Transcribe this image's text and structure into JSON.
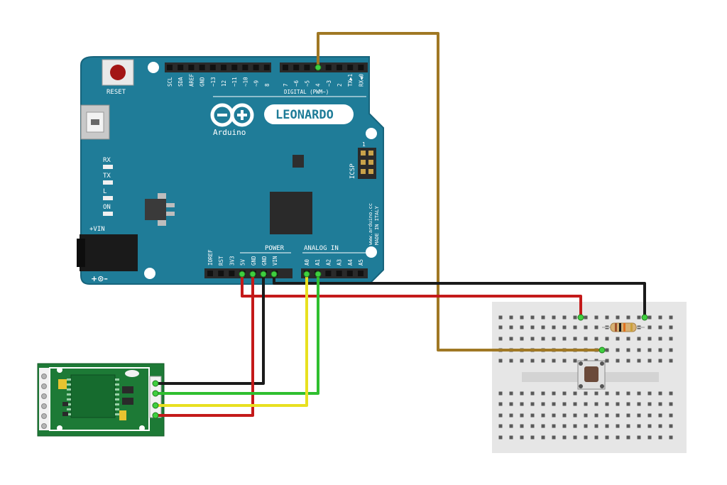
{
  "board": {
    "reset_label": "RESET",
    "brand": "Arduino",
    "model": "LEONARDO",
    "digital_label": "DIGITAL (PWM~)",
    "digital_pins": [
      "SCL",
      "SDA",
      "AREF",
      "GND",
      "~13",
      "12",
      "~11",
      "~10",
      "~9",
      "8",
      "7",
      "~6",
      "~5",
      "4",
      "~3",
      "2",
      "TX▶1",
      "RX◀0"
    ],
    "icsp_label": "ICSP",
    "icsp_pin1": "1",
    "leds": [
      "RX",
      "TX",
      "L",
      "ON"
    ],
    "vin_label": "+VIN",
    "power_label": "POWER",
    "power_pins": [
      "IOREF",
      "RST",
      "3V3",
      "5V",
      "GND",
      "GND",
      "VIN"
    ],
    "analog_label": "ANALOG IN",
    "analog_pins": [
      "A0",
      "A1",
      "A2",
      "A3",
      "A4",
      "A5"
    ],
    "website": "www.arduino.cc",
    "made_in": "MADE IN ITALY",
    "polarity": "+⊙–"
  },
  "colors": {
    "board": "#1f7c98",
    "board_edge": "#17647c",
    "header": "#2a2a2a",
    "wire_brown": "#a07824",
    "wire_red": "#c41a1a",
    "wire_black": "#1a1a1a",
    "wire_yellow": "#e8e020",
    "wire_green": "#2fbf2f",
    "breadboard": "#e6e6e6",
    "module_pcb": "#1d7a36"
  }
}
